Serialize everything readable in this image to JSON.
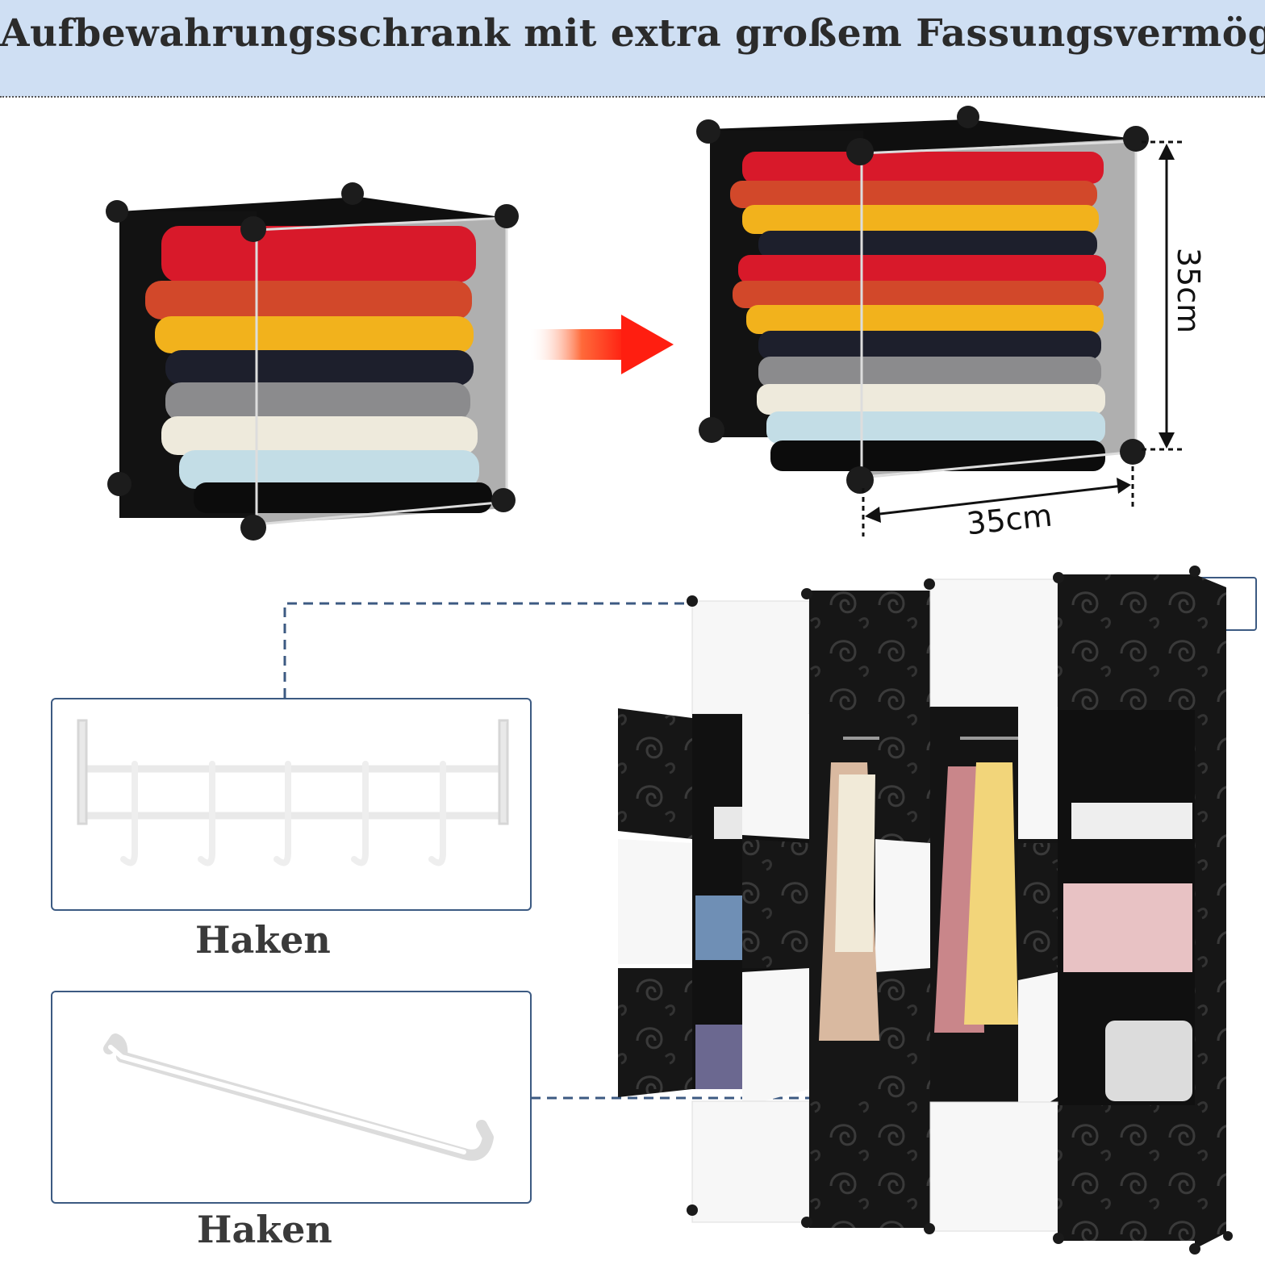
{
  "header": {
    "title": "Aufbewahrungsschrank mit extra großem Fassungsvermögen"
  },
  "dimensions": {
    "height": "35cm",
    "width": "35cm"
  },
  "accessories": [
    {
      "caption": "Haken",
      "icon": "hook-rail-icon"
    },
    {
      "caption": "Haken",
      "icon": "hanging-rod-icon"
    }
  ],
  "colors": {
    "banner": "#cfdff3",
    "frame_border": "#3c5a82",
    "arrow": "#ff3b1f",
    "panel_black": "#141414",
    "panel_white": "#f7f7f7"
  }
}
